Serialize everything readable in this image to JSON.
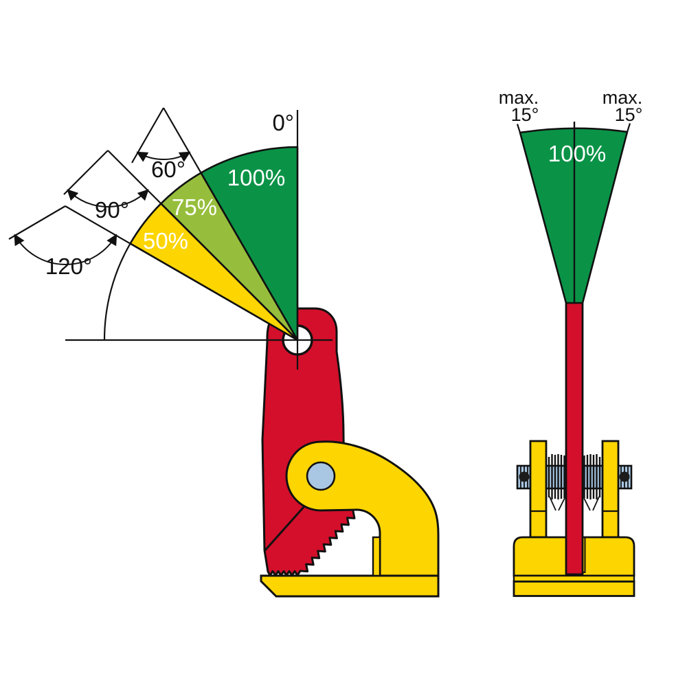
{
  "left_diagram": {
    "reference_angle_label": "0°",
    "sectors": [
      {
        "capacity": "100%",
        "from_deg": 0,
        "to_deg": 30
      },
      {
        "capacity": "75%",
        "from_deg": 30,
        "to_deg": 45
      },
      {
        "capacity": "50%",
        "from_deg": 45,
        "to_deg": 60
      }
    ],
    "sling_angle_markers": [
      {
        "label": "60°"
      },
      {
        "label": "90°"
      },
      {
        "label": "120°"
      }
    ]
  },
  "right_diagram": {
    "tilt_limit_left": {
      "line1": "max.",
      "line2": "15°"
    },
    "tilt_limit_right": {
      "line1": "max.",
      "line2": "15°"
    },
    "capacity": "100%"
  },
  "colors": {
    "red": "#d40f2b",
    "yellow": "#fdd501",
    "green": "#0a9347",
    "light_green": "#96be3c",
    "steel_blue": "#a9c7e3",
    "pin_dark": "#1c1c1c",
    "outline": "#111111"
  }
}
